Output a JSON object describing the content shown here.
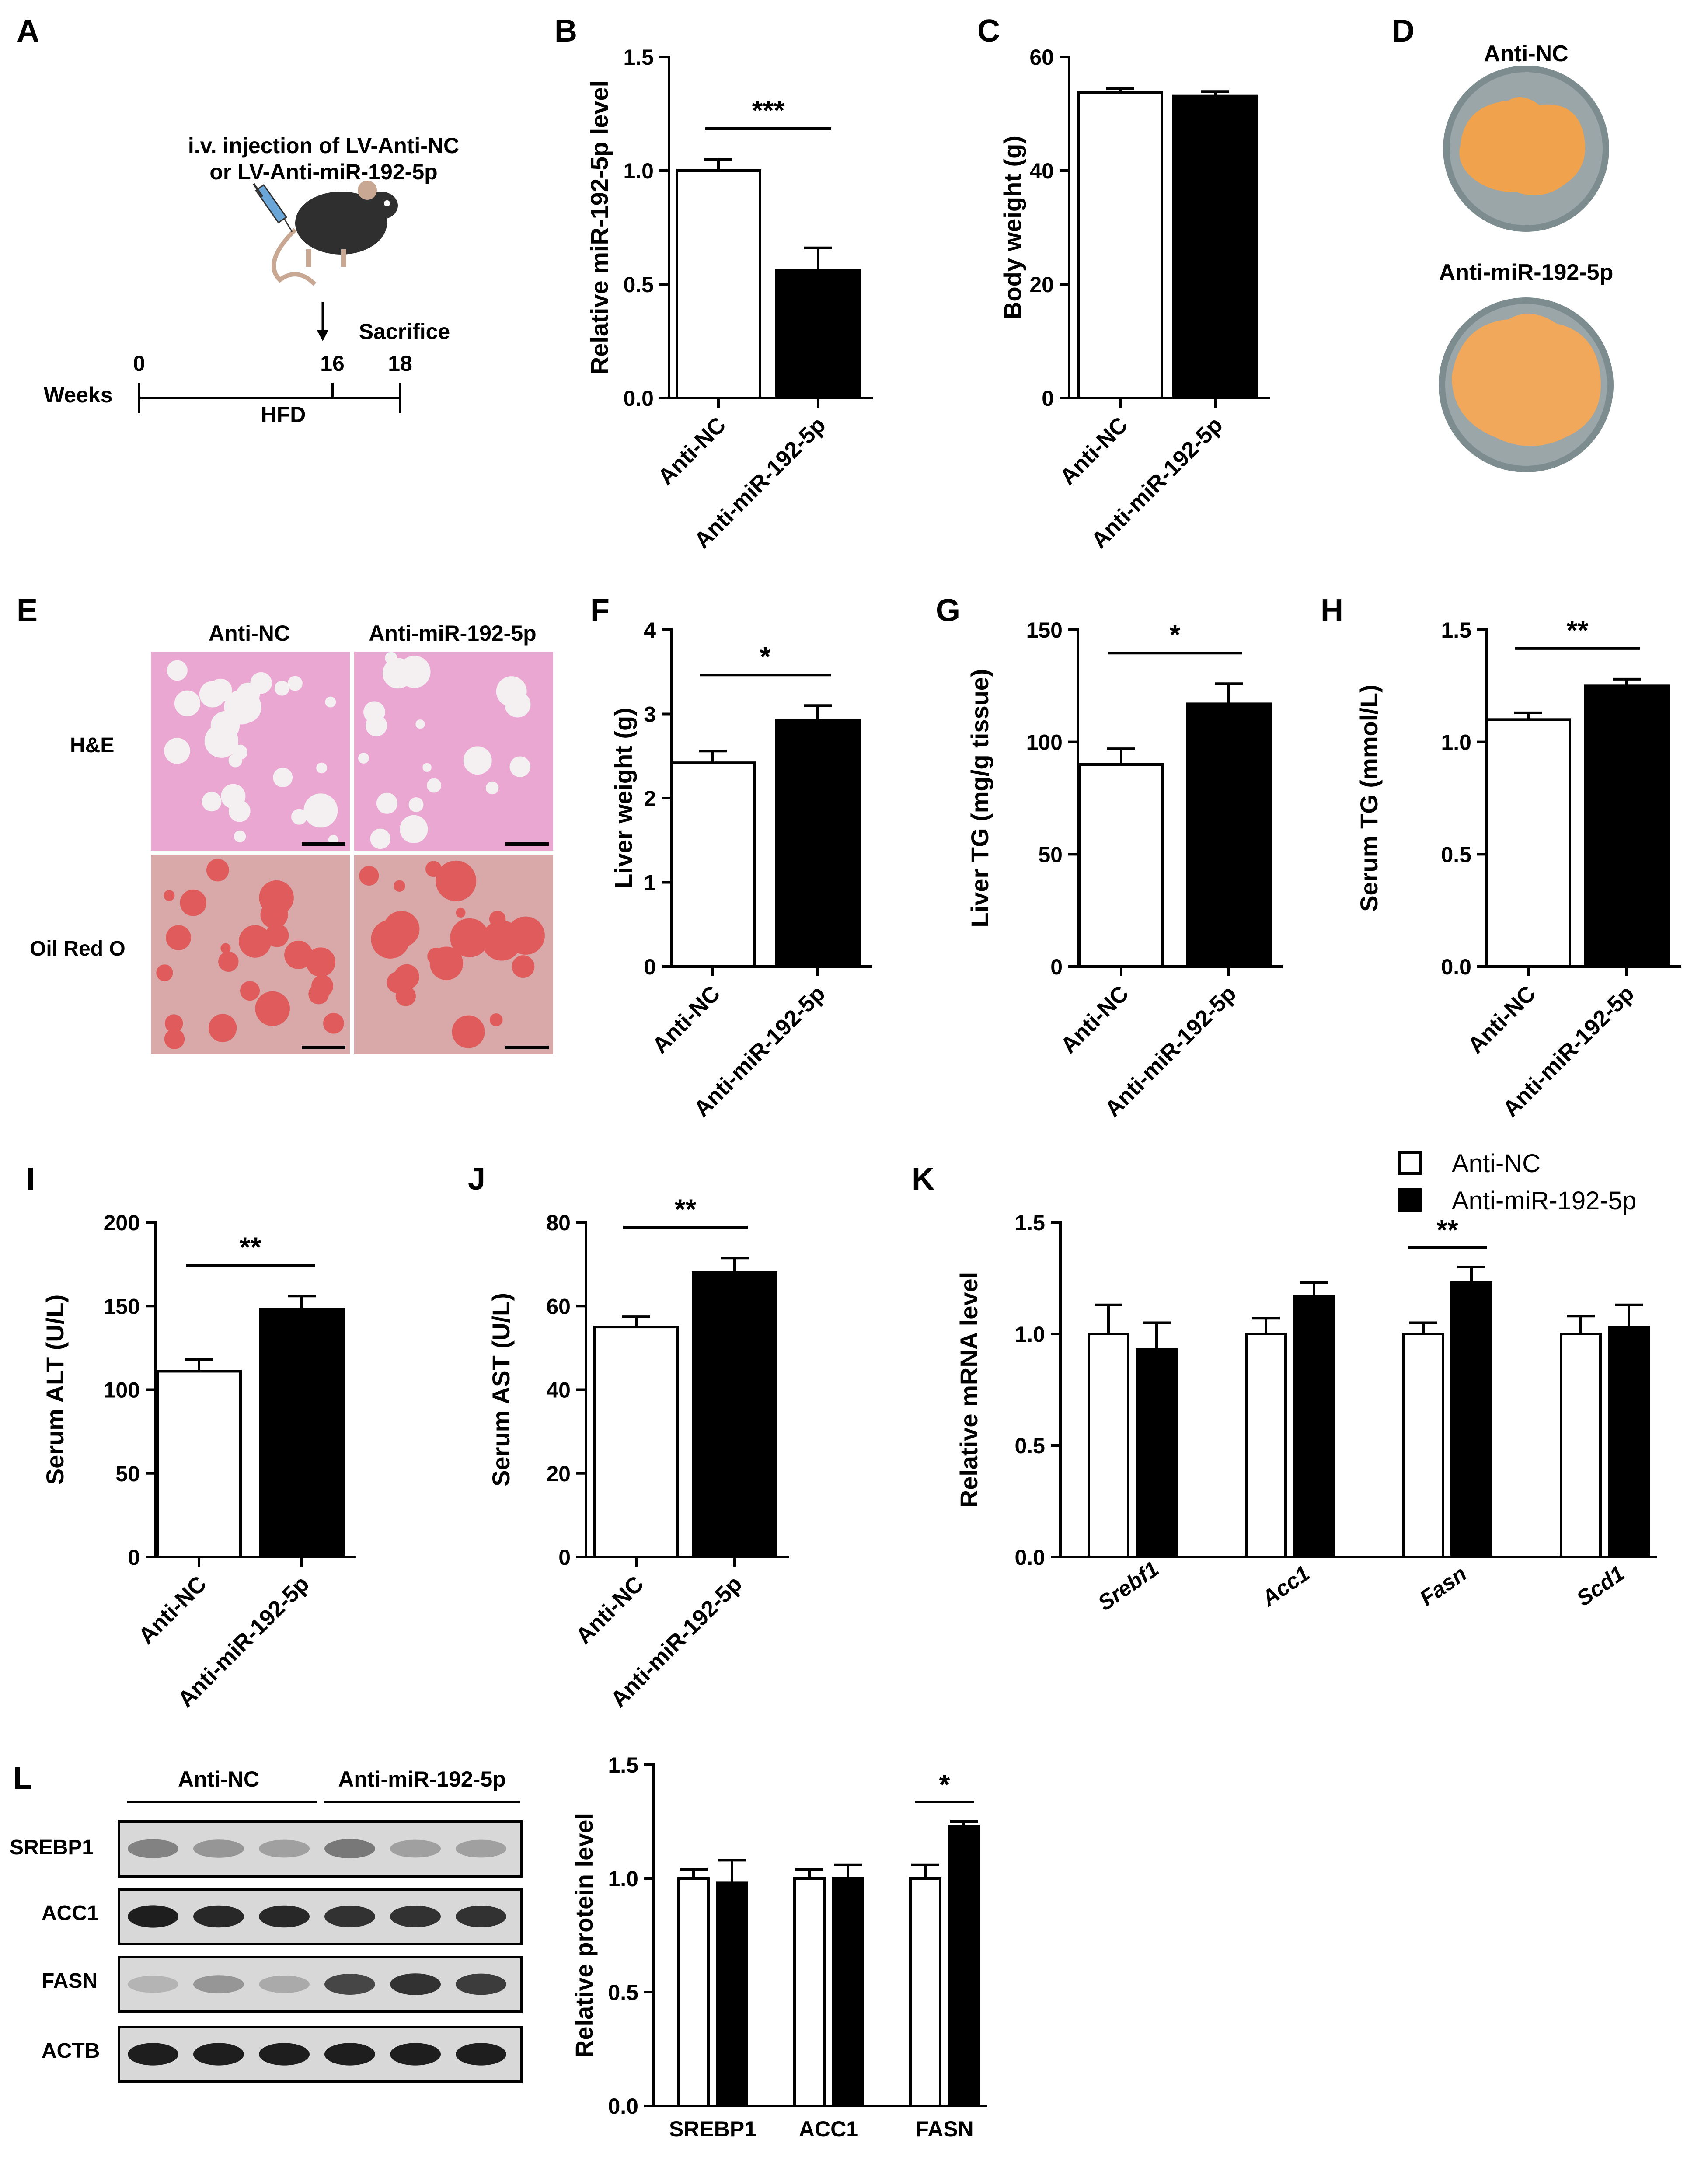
{
  "panel_letters": {
    "A": "A",
    "B": "B",
    "C": "C",
    "D": "D",
    "E": "E",
    "F": "F",
    "G": "G",
    "H": "H",
    "I": "I",
    "J": "J",
    "K": "K",
    "L": "L"
  },
  "groups": [
    "Anti-NC",
    "Anti-miR-192-5p"
  ],
  "colors": {
    "anti_nc": "#ffffff",
    "anti_mir": "#000000",
    "stroke": "#000000",
    "he_pink": "#e9a7d2",
    "oil_red": "#e05b5b",
    "oil_bg": "#d9a8a8",
    "liver": "#f0a24c",
    "dish": "#7d8c8f"
  },
  "panel_A": {
    "injection_line1": "i.v. injection of LV-Anti-NC",
    "injection_line2": "or LV-Anti-miR-192-5p",
    "sacrifice": "Sacrifice",
    "weeks_label": "Weeks",
    "diet": "HFD",
    "week_ticks": [
      "0",
      "16",
      "18"
    ]
  },
  "panel_D": {
    "top_label": "Anti-NC",
    "bottom_label": "Anti-miR-192-5p"
  },
  "panel_E": {
    "col1": "Anti-NC",
    "col2": "Anti-miR-192-5p",
    "row1": "H&E",
    "row2": "Oil Red O"
  },
  "panel_L_blot": {
    "group1": "Anti-NC",
    "group2": "Anti-miR-192-5p",
    "rows": [
      "SREBP1",
      "ACC1",
      "FASN",
      "ACTB"
    ],
    "intensities": [
      [
        0.45,
        0.35,
        0.3,
        0.5,
        0.3,
        0.3
      ],
      [
        0.95,
        0.9,
        0.9,
        0.85,
        0.85,
        0.85
      ],
      [
        0.2,
        0.35,
        0.25,
        0.75,
        0.85,
        0.8
      ],
      [
        0.95,
        0.95,
        0.95,
        0.95,
        0.95,
        0.95
      ]
    ]
  },
  "legend": {
    "anti_nc": "Anti-NC",
    "anti_mir": "Anti-miR-192-5p"
  },
  "chart_data": [
    {
      "id": "B",
      "type": "bar",
      "categories": [
        "Anti-NC",
        "Anti-miR-192-5p"
      ],
      "values": [
        1.0,
        0.56
      ],
      "errors": [
        0.05,
        0.1
      ],
      "ylabel": "Relative miR-192-5p level",
      "ylim": [
        0,
        1.5
      ],
      "yticks": [
        "0.0",
        "0.5",
        "1.0",
        "1.5"
      ],
      "significance": "***"
    },
    {
      "id": "C",
      "type": "bar",
      "categories": [
        "Anti-NC",
        "Anti-miR-192-5p"
      ],
      "values": [
        53.7,
        53.1
      ],
      "errors": [
        0.7,
        0.8
      ],
      "ylabel": "Body weight (g)",
      "ylim": [
        0,
        60
      ],
      "yticks": [
        "0",
        "20",
        "40",
        "60"
      ],
      "significance": ""
    },
    {
      "id": "F",
      "type": "bar",
      "categories": [
        "Anti-NC",
        "Anti-miR-192-5p"
      ],
      "values": [
        2.42,
        2.92
      ],
      "errors": [
        0.14,
        0.18
      ],
      "ylabel": "Liver weight (g)",
      "ylim": [
        0,
        4
      ],
      "yticks": [
        "0",
        "1",
        "2",
        "3",
        "4"
      ],
      "significance": "*"
    },
    {
      "id": "G",
      "type": "bar",
      "categories": [
        "Anti-NC",
        "Anti-miR-192-5p"
      ],
      "values": [
        90,
        117
      ],
      "errors": [
        7,
        9
      ],
      "ylabel": "Liver TG (mg/g tissue)",
      "ylim": [
        0,
        150
      ],
      "yticks": [
        "0",
        "50",
        "100",
        "150"
      ],
      "significance": "*"
    },
    {
      "id": "H",
      "type": "bar",
      "categories": [
        "Anti-NC",
        "Anti-miR-192-5p"
      ],
      "values": [
        1.1,
        1.25
      ],
      "errors": [
        0.03,
        0.03
      ],
      "ylabel": "Serum TG (mmol/L)",
      "ylim": [
        0,
        1.5
      ],
      "yticks": [
        "0.0",
        "0.5",
        "1.0",
        "1.5"
      ],
      "significance": "**"
    },
    {
      "id": "I",
      "type": "bar",
      "categories": [
        "Anti-NC",
        "Anti-miR-192-5p"
      ],
      "values": [
        111,
        148
      ],
      "errors": [
        7,
        8
      ],
      "ylabel": "Serum ALT (U/L)",
      "ylim": [
        0,
        200
      ],
      "yticks": [
        "0",
        "50",
        "100",
        "150",
        "200"
      ],
      "significance": "**"
    },
    {
      "id": "J",
      "type": "bar",
      "categories": [
        "Anti-NC",
        "Anti-miR-192-5p"
      ],
      "values": [
        55,
        68
      ],
      "errors": [
        2.5,
        3.5
      ],
      "ylabel": "Serum AST (U/L)",
      "ylim": [
        0,
        80
      ],
      "yticks": [
        "0",
        "20",
        "40",
        "60",
        "80"
      ],
      "significance": "**"
    },
    {
      "id": "K",
      "type": "bar",
      "categories": [
        "Srebf1",
        "Acc1",
        "Fasn",
        "Scd1"
      ],
      "series": [
        {
          "name": "Anti-NC",
          "values": [
            1.0,
            1.0,
            1.0,
            1.0
          ],
          "errors": [
            0.13,
            0.07,
            0.05,
            0.08
          ]
        },
        {
          "name": "Anti-miR-192-5p",
          "values": [
            0.93,
            1.17,
            1.23,
            1.03
          ],
          "errors": [
            0.12,
            0.06,
            0.07,
            0.1
          ]
        }
      ],
      "ylabel": "Relative mRNA level",
      "ylim": [
        0,
        1.5
      ],
      "yticks": [
        "0.0",
        "0.5",
        "1.0",
        "1.5"
      ],
      "significance": [
        "",
        "",
        "**",
        ""
      ]
    },
    {
      "id": "L",
      "type": "bar",
      "categories": [
        "SREBP1",
        "ACC1",
        "FASN"
      ],
      "series": [
        {
          "name": "Anti-NC",
          "values": [
            1.0,
            1.0,
            1.0
          ],
          "errors": [
            0.04,
            0.04,
            0.06
          ]
        },
        {
          "name": "Anti-miR-192-5p",
          "values": [
            0.98,
            1.0,
            1.23
          ],
          "errors": [
            0.1,
            0.06,
            0.02
          ]
        }
      ],
      "ylabel": "Relative  protein level",
      "ylim": [
        0,
        1.5
      ],
      "yticks": [
        "0.0",
        "0.5",
        "1.0",
        "1.5"
      ],
      "significance": [
        "",
        "",
        "*"
      ]
    }
  ]
}
